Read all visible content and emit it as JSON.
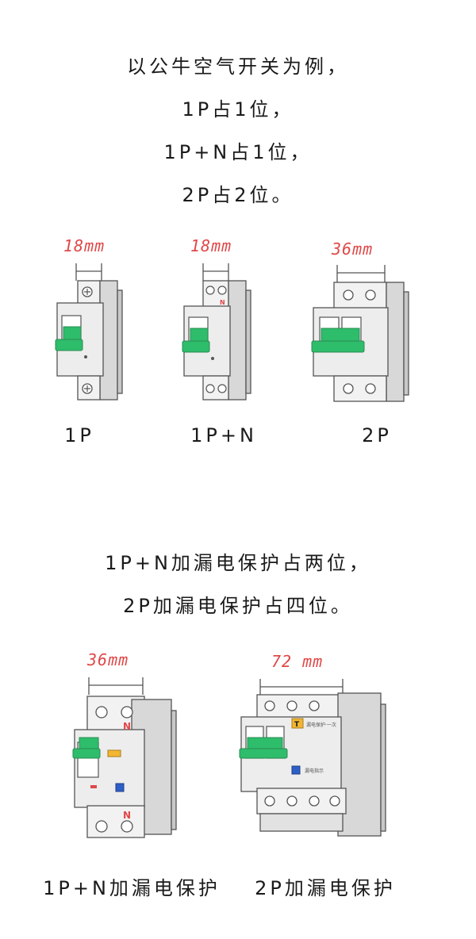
{
  "intro": {
    "line1": "以公牛空气开关为例，",
    "line2": "1P占1位，",
    "line3": "1P+N占1位，",
    "line4": "2P占2位。"
  },
  "breakers_top": [
    {
      "dimension": "18mm",
      "caption": "1P"
    },
    {
      "dimension": "18mm",
      "caption": "1P+N",
      "marker": "N"
    },
    {
      "dimension": "36mm",
      "caption": "2P"
    }
  ],
  "middle": {
    "line1": "1P+N加漏电保护占两位，",
    "line2": "2P加漏电保护占四位。"
  },
  "breakers_bottom": [
    {
      "dimension": "36mm",
      "caption": "1P+N加漏电保护",
      "marker_top": "N",
      "marker_bottom": "N"
    },
    {
      "dimension": "72 mm",
      "caption": "2P加漏电保护",
      "badge": "T",
      "label_top": "漏电保护·一次",
      "label_mid": "漏电指示"
    }
  ],
  "colors": {
    "lever_green": "#2ebd6b",
    "dimension_red": "#e04848",
    "body_grey": "#e9e9e9",
    "outline": "#555555",
    "test_button_yellow": "#f2b632",
    "indicator_blue": "#2d5fc6"
  }
}
